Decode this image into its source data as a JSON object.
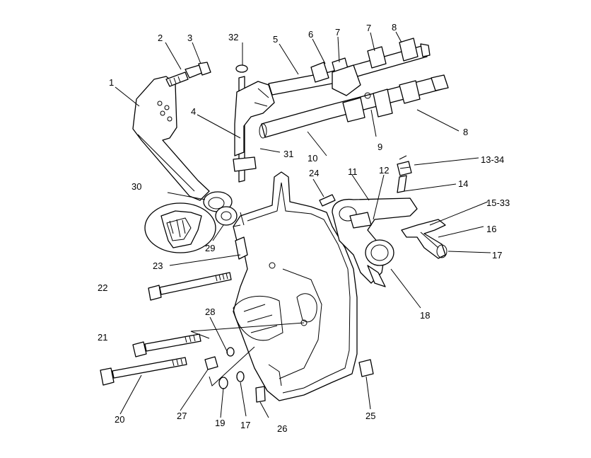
{
  "callouts": [
    {
      "id": "1",
      "label": "1"
    },
    {
      "id": "2",
      "label": "2"
    },
    {
      "id": "3",
      "label": "3"
    },
    {
      "id": "4",
      "label": "4"
    },
    {
      "id": "5",
      "label": "5"
    },
    {
      "id": "6",
      "label": "6"
    },
    {
      "id": "7a",
      "label": "7"
    },
    {
      "id": "7b",
      "label": "7"
    },
    {
      "id": "8a",
      "label": "8"
    },
    {
      "id": "8b",
      "label": "8"
    },
    {
      "id": "9",
      "label": "9"
    },
    {
      "id": "10",
      "label": "10"
    },
    {
      "id": "11",
      "label": "11"
    },
    {
      "id": "12",
      "label": "12"
    },
    {
      "id": "13-34",
      "label": "13-34"
    },
    {
      "id": "14",
      "label": "14"
    },
    {
      "id": "15-33",
      "label": "15-33"
    },
    {
      "id": "16",
      "label": "16"
    },
    {
      "id": "17a",
      "label": "17"
    },
    {
      "id": "17b",
      "label": "17"
    },
    {
      "id": "18",
      "label": "18"
    },
    {
      "id": "19",
      "label": "19"
    },
    {
      "id": "20",
      "label": "20"
    },
    {
      "id": "21",
      "label": "21"
    },
    {
      "id": "22",
      "label": "22"
    },
    {
      "id": "23",
      "label": "23"
    },
    {
      "id": "24",
      "label": "24"
    },
    {
      "id": "25",
      "label": "25"
    },
    {
      "id": "26",
      "label": "26"
    },
    {
      "id": "27",
      "label": "27"
    },
    {
      "id": "28",
      "label": "28"
    },
    {
      "id": "29",
      "label": "29"
    },
    {
      "id": "30",
      "label": "30"
    },
    {
      "id": "31",
      "label": "31"
    },
    {
      "id": "32",
      "label": "32"
    }
  ]
}
